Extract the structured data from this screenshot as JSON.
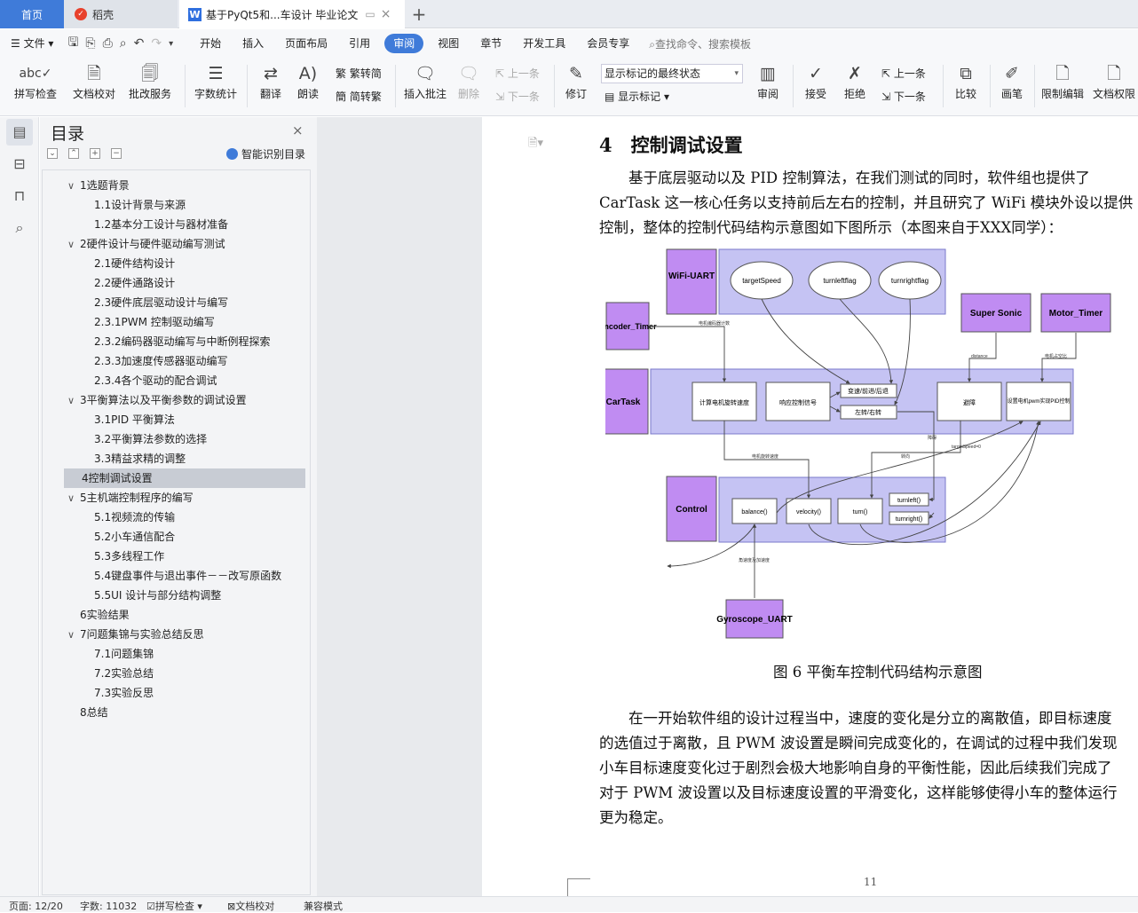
{
  "tabs": {
    "home": "首页",
    "wk": "稻壳",
    "doc": "基于PyQt5和...车设计 毕业论文"
  },
  "menu": {
    "file": "文件",
    "items": [
      "开始",
      "插入",
      "页面布局",
      "引用",
      "审阅",
      "视图",
      "章节",
      "开发工具",
      "会员专享"
    ],
    "search": "查找命令、搜索模板"
  },
  "ribbon": {
    "spell": "拼写检查",
    "proof": "文档校对",
    "batch": "批改服务",
    "wordcount": "字数统计",
    "translate": "翻译",
    "read": "朗读",
    "t2s": "繁转简",
    "s2t": "简转繁",
    "insert_comment": "插入批注",
    "delete": "删除",
    "prev": "上一条",
    "next": "下一条",
    "revise": "修订",
    "status_value": "显示标记的最终状态",
    "show_marks": "显示标记",
    "review": "审阅",
    "accept": "接受",
    "reject": "拒绝",
    "prev2": "上一条",
    "next2": "下一条",
    "compare": "比较",
    "pen": "画笔",
    "restrict": "限制编辑",
    "perm": "文档权限"
  },
  "toc": {
    "title": "目录",
    "smart": "智能识别目录",
    "items": [
      {
        "text": "1选题背景",
        "level": 1,
        "caret": "∨"
      },
      {
        "text": "1.1设计背景与来源",
        "level": 2
      },
      {
        "text": "1.2基本分工设计与器材准备",
        "level": 2
      },
      {
        "text": "2硬件设计与硬件驱动编写测试",
        "level": 1,
        "caret": "∨"
      },
      {
        "text": "2.1硬件结构设计",
        "level": 2
      },
      {
        "text": "2.2硬件通路设计",
        "level": 2
      },
      {
        "text": "2.3硬件底层驱动设计与编写",
        "level": 2
      },
      {
        "text": "2.3.1PWM 控制驱动编写",
        "level": 2
      },
      {
        "text": "2.3.2编码器驱动编写与中断例程探索",
        "level": 2
      },
      {
        "text": "2.3.3加速度传感器驱动编写",
        "level": 2
      },
      {
        "text": "2.3.4各个驱动的配合调试",
        "level": 2
      },
      {
        "text": "3平衡算法以及平衡参数的调试设置",
        "level": 1,
        "caret": "∨"
      },
      {
        "text": "3.1PID 平衡算法",
        "level": 2
      },
      {
        "text": "3.2平衡算法参数的选择",
        "level": 2
      },
      {
        "text": "3.3精益求精的调整",
        "level": 2
      },
      {
        "text": "4控制调试设置",
        "level": 1,
        "selected": true
      },
      {
        "text": "5主机端控制程序的编写",
        "level": 1,
        "caret": "∨"
      },
      {
        "text": "5.1视频流的传输",
        "level": 2
      },
      {
        "text": "5.2小车通信配合",
        "level": 2
      },
      {
        "text": "5.3多线程工作",
        "level": 2
      },
      {
        "text": "5.4键盘事件与退出事件－－改写原函数",
        "level": 2
      },
      {
        "text": "5.5UI 设计与部分结构调整",
        "level": 2
      },
      {
        "text": "6实验结果",
        "level": 1
      },
      {
        "text": "7问题集锦与实验总结反思",
        "level": 1,
        "caret": "∨"
      },
      {
        "text": "7.1问题集锦",
        "level": 2
      },
      {
        "text": "7.2实验总结",
        "level": 2
      },
      {
        "text": "7.3实验反思",
        "level": 2
      },
      {
        "text": "8总结",
        "level": 1
      }
    ]
  },
  "doc": {
    "heading": "4　控制调试设置",
    "p1": [
      "基于底层驱动以及 PID 控制算法，在我们测试的同时，软件组也提供了",
      "CarTask 这一核心任务以支持前后左右的控制，并且研究了 WiFi 模块外设以提供",
      "控制，整体的控制代码结构示意图如下图所示（本图来自于XXX同学）："
    ],
    "caption": "图 6 平衡车控制代码结构示意图",
    "p2": [
      "在一开始软件组的设计过程当中，速度的变化是分立的离散值，即目标速度",
      "的选值过于离散，且 PWM 波设置是瞬间完成变化的，在调试的过程中我们发现",
      "小车目标速度变化过于剧烈会极大地影响自身的平衡性能，因此后续我们完成了",
      "对于 PWM 波设置以及目标速度设置的平滑变化，这样能够使得小车的整体运行",
      "更为稳定。"
    ],
    "page_number": "11"
  },
  "diagram": {
    "wifi": "WiFi-UART",
    "encoder": "Encoder_Timer",
    "cartask": "CarTask",
    "control": "Control",
    "supersonic": "Super Sonic",
    "motor": "Motor_Timer",
    "gyro": "Gyroscope_UART",
    "targetspeed": "targetSpeed",
    "turnleftflag": "turnleftflag",
    "turnrightflag": "turnrightflag",
    "calc": "计算电机旋转速度",
    "respond": "响应控制信号",
    "speedchange": "变速/前进/后退",
    "leftright": "左转/右转",
    "avoid": "避障",
    "pid": "设置电机pwm实现PID控制",
    "balance": "balance()",
    "velocity": "velocity()",
    "turn": "turn()",
    "turnleft": "turnleft()",
    "turnright": "turnright()",
    "lbl_enc": "电机编码器计数",
    "lbl_dist": "distance",
    "lbl_motor": "电机占空比",
    "lbl_rot": "电机旋转速度",
    "lbl_turn": "转向",
    "lbl_obs": "障碍",
    "lbl_ts": "targetSpeed=0",
    "lbl_gyro": "角速度及加速度"
  },
  "status": {
    "page": "页面: 12/20",
    "words": "字数: 11032",
    "spell": "拼写检查",
    "proof": "文档校对",
    "compat": "兼容模式"
  }
}
